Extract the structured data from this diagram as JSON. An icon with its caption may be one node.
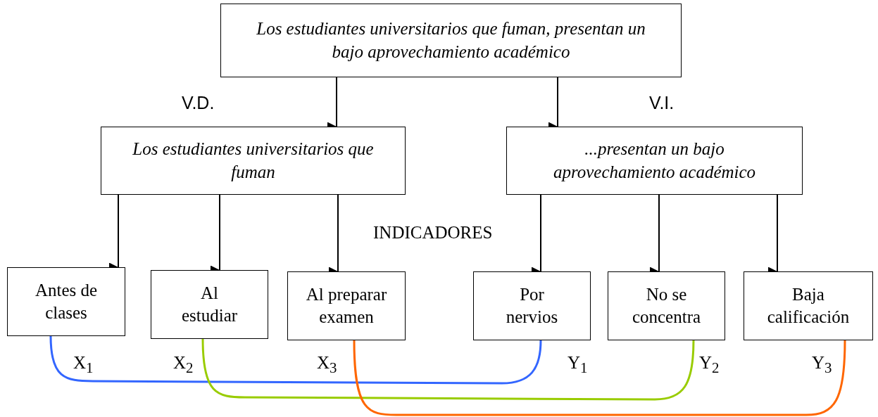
{
  "diagram": {
    "nodes": [
      {
        "text": [
          "Los estudiantes universitarios que fuman, presentan un bajo aprovechamiento académico"
        ]
      },
      {
        "text": [
          "Los estudiantes universitarios que fuman"
        ]
      },
      {
        "text": [
          "...presentan un bajo aprovechamiento académico"
        ]
      },
      {
        "text": [
          "Antes de clases"
        ]
      },
      {
        "text": [
          "Al estudiar"
        ]
      },
      {
        "text": [
          "Al preparar examen"
        ]
      },
      {
        "text": [
          "Por nervios"
        ]
      },
      {
        "text": [
          "No se concentra"
        ]
      },
      {
        "text": [
          "Baja calificación"
        ]
      }
    ],
    "edges": [
      {
        "from": 0,
        "to": 1,
        "arrow": "to"
      },
      {
        "from": 0,
        "to": 2,
        "arrow": "to"
      },
      {
        "from": 1,
        "to": 3,
        "arrow": "to"
      },
      {
        "from": 1,
        "to": 4,
        "arrow": "to"
      },
      {
        "from": 1,
        "to": 5,
        "arrow": "to"
      },
      {
        "from": 2,
        "to": 6,
        "arrow": "to"
      },
      {
        "from": 2,
        "to": 7,
        "arrow": "to"
      },
      {
        "from": 2,
        "to": 8,
        "arrow": "to"
      },
      {
        "from": 3,
        "to": 6,
        "arrow": "none",
        "color": "#3366ff"
      },
      {
        "from": 4,
        "to": 7,
        "arrow": "none",
        "color": "#99cc00"
      },
      {
        "from": 5,
        "to": 8,
        "arrow": "none",
        "color": "#ff6600"
      }
    ],
    "labels": [
      "V.D.",
      "V.I.",
      "INDICADORES",
      "X$_{1}$",
      "X$_{2}$",
      "X$_{3}$",
      "Y$_{1}$",
      "Y$_{2}$",
      "Y$_{3}$"
    ]
  }
}
